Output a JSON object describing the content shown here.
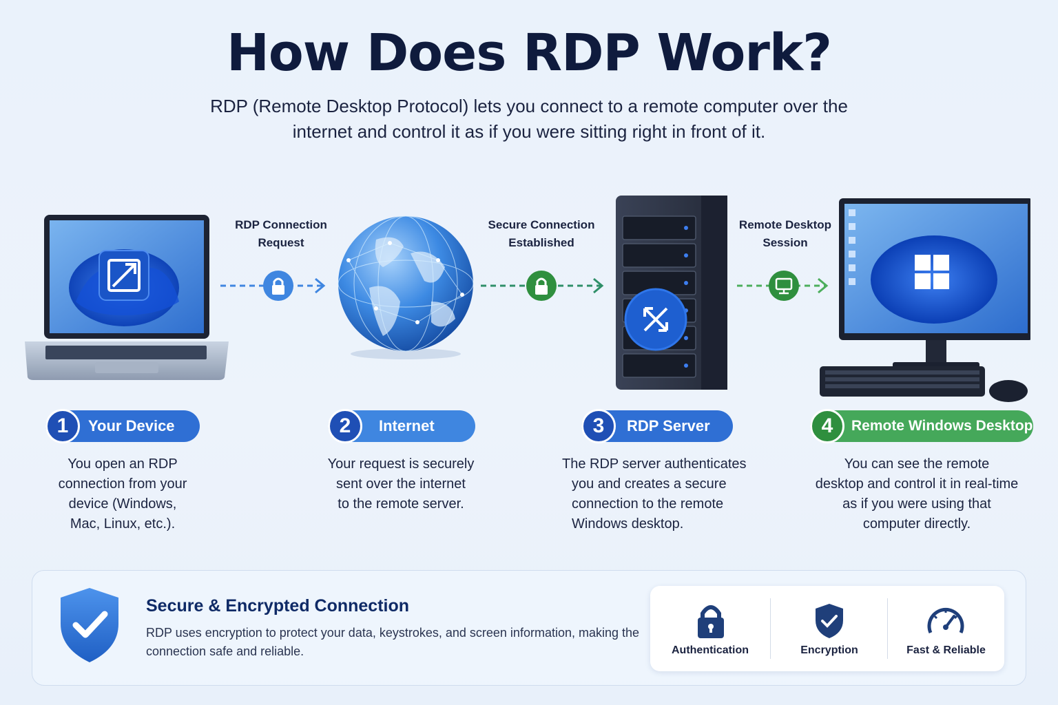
{
  "title": "How Does RDP Work?",
  "subtitle": "RDP (Remote Desktop Protocol) lets you connect to a remote computer over the internet and control it as if you were sitting right in front of it.",
  "colors": {
    "blue": "#1f5fc4",
    "blue_light": "#3f86e0",
    "green": "#2f8f3e",
    "green_light": "#4cae5c",
    "navy": "#0f1b3d"
  },
  "flows": [
    {
      "line1": "RDP Connection",
      "line2": "Request",
      "icon": "lock-icon"
    },
    {
      "line1": "Secure Connection",
      "line2": "Established",
      "icon": "lock-icon"
    },
    {
      "line1": "Remote Desktop",
      "line2": "Session",
      "icon": "monitor-icon"
    }
  ],
  "steps": [
    {
      "num": "1",
      "label": "Your Device",
      "desc": [
        "You open an RDP",
        "connection from your",
        "device (Windows,",
        "Mac, Linux, etc.)."
      ]
    },
    {
      "num": "2",
      "label": "Internet",
      "desc": [
        "Your request is securely",
        "sent over the internet",
        "to the remote server."
      ]
    },
    {
      "num": "3",
      "label": "RDP Server",
      "desc": [
        "The RDP server authenticates",
        "you and creates a secure",
        "connection to the remote",
        "Windows desktop."
      ]
    },
    {
      "num": "4",
      "label": "Remote Windows Desktop",
      "desc": [
        "You can see the remote",
        "desktop and control it in real-time",
        "as if you were using that",
        "computer directly."
      ]
    }
  ],
  "security": {
    "title": "Secure & Encrypted Connection",
    "desc": "RDP uses encryption to protect your data, keystrokes, and screen information, making the connection safe and reliable.",
    "features": [
      {
        "label": "Authentication",
        "icon": "padlock-icon"
      },
      {
        "label": "Encryption",
        "icon": "shield-check-icon"
      },
      {
        "label": "Fast & Reliable",
        "icon": "speedometer-icon"
      }
    ]
  }
}
